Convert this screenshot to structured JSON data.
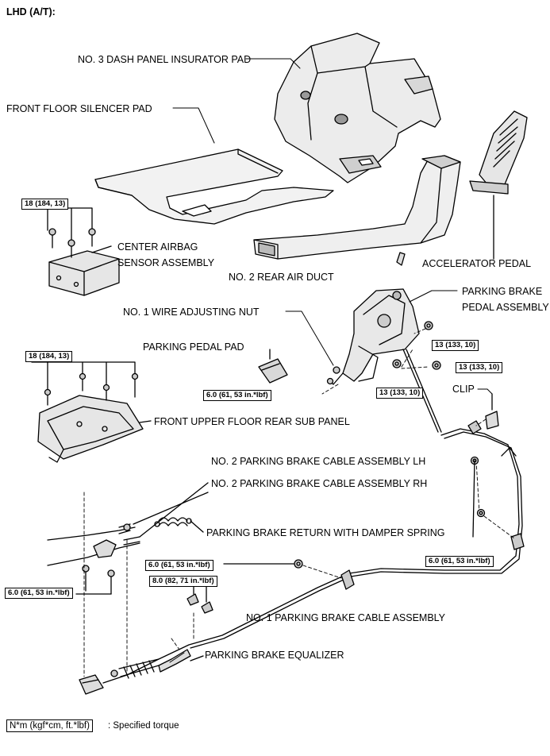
{
  "header": "LHD (A/T):",
  "labels": {
    "dash_pad": "NO. 3 DASH PANEL INSURATOR PAD",
    "floor_pad": "FRONT FLOOR SILENCER PAD",
    "airbag_1": "CENTER AIRBAG",
    "airbag_2": "SENSOR ASSEMBLY",
    "rear_duct": "NO. 2 REAR AIR DUCT",
    "accel": "ACCELERATOR PEDAL",
    "pb_pedal_1": "PARKING BRAKE",
    "pb_pedal_2": "PEDAL ASSEMBLY",
    "wire_nut": "NO. 1 WIRE ADJUSTING NUT",
    "pedal_pad": "PARKING PEDAL PAD",
    "clip": "CLIP",
    "sub_panel": "FRONT UPPER FLOOR REAR SUB PANEL",
    "cable_lh": "NO. 2 PARKING BRAKE CABLE ASSEMBLY LH",
    "cable_rh": "NO. 2 PARKING BRAKE CABLE ASSEMBLY RH",
    "spring": "PARKING BRAKE RETURN WITH DAMPER SPRING",
    "cable_1": "NO. 1 PARKING BRAKE CABLE ASSEMBLY",
    "equalizer": "PARKING BRAKE EQUALIZER"
  },
  "torques": {
    "t_airbag": "18 (184, 13)",
    "t_panel": "18 (184, 13)",
    "t_pedal_a": "13 (133, 10)",
    "t_pedal_b": "13 (133, 10)",
    "t_pedal_c": "13 (133, 10)",
    "t_wire_nut": "6.0 (61, 53 in.*lbf)",
    "t_right": "6.0 (61, 53 in.*lbf)",
    "t_center": "6.0 (61, 53 in.*lbf)",
    "t_small": "8.0 (82, 71 in.*lbf)",
    "t_left": "6.0 (61, 53 in.*lbf)"
  },
  "legend": {
    "unit": "N*m (kgf*cm, ft.*lbf)",
    "text": ": Specified torque"
  }
}
